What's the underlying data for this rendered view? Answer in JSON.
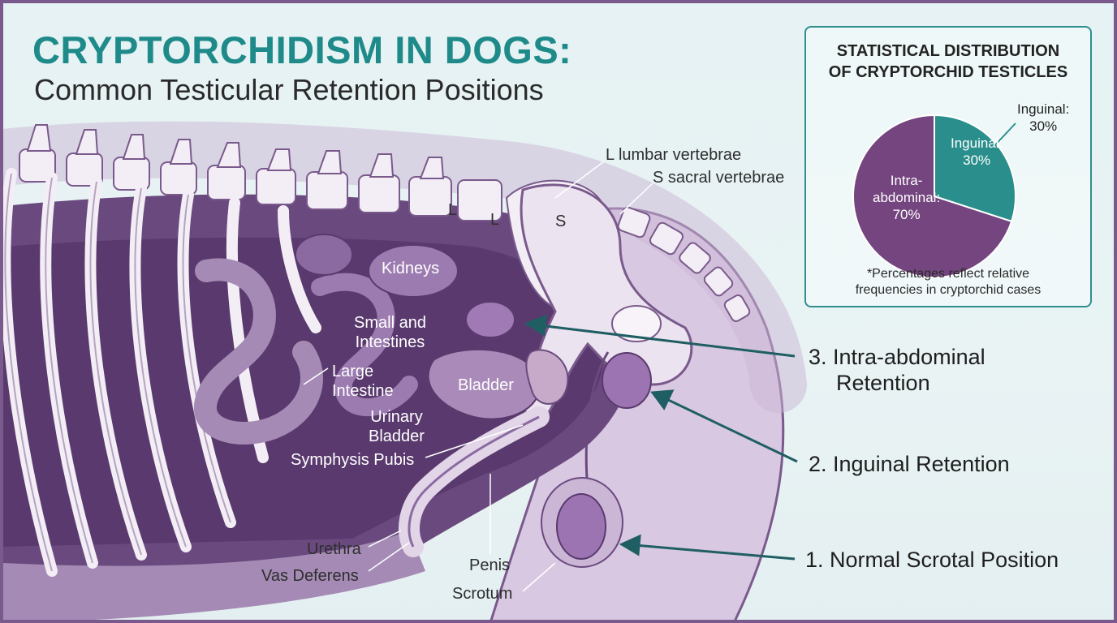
{
  "header": {
    "title": "CRYPTORCHIDISM IN DOGS:",
    "subtitle": "Common Testicular Retention Positions"
  },
  "anatomy_labels": {
    "lumbar": "L lumbar vertebrae",
    "sacral": "S sacral vertebrae",
    "l1": "L",
    "l2": "L",
    "s": "S",
    "kidneys": "Kidneys",
    "small_intestines": [
      "Small and",
      "Intestines"
    ],
    "large_intestine": [
      "Large",
      "Intestine"
    ],
    "bladder": "Bladder",
    "urinary_bladder": [
      "Urinary",
      "Bladder"
    ],
    "symphysis_pubis": "Symphysis Pubis",
    "urethra": "Urethra",
    "vas_deferens": "Vas Deferens",
    "penis": "Penis",
    "scrotum": "Scrotum"
  },
  "callouts": {
    "intra_abdominal": [
      "3. Intra-abdominal",
      "Retention"
    ],
    "inguinal": "2. Inguinal Retention",
    "normal": "1. Normal Scrotal Position"
  },
  "stats_box": {
    "title_line1": "STATISTICAL DISTRIBUTION",
    "title_line2": "OF CRYPTORCHID TESTICLES",
    "note_line1": "*Percentages reflect relative",
    "note_line2": "frequencies in cryptorchid cases",
    "outside_label": [
      "Inguinal:",
      "30%"
    ]
  },
  "chart_data": {
    "type": "pie",
    "categories": [
      "Inguinal",
      "Intra-abdominal"
    ],
    "values": [
      30,
      70
    ],
    "slice_labels": [
      [
        "Inguinal:",
        "30%"
      ],
      [
        "Intra-",
        "abdominal:",
        "70%"
      ]
    ],
    "colors": [
      "#2a8f8c",
      "#74457f"
    ]
  },
  "colors": {
    "accent_teal": "#1f8a8a",
    "body_purple": "#6a4a7e",
    "bone": "#f3eef5",
    "organ": "#9c7bb0"
  }
}
